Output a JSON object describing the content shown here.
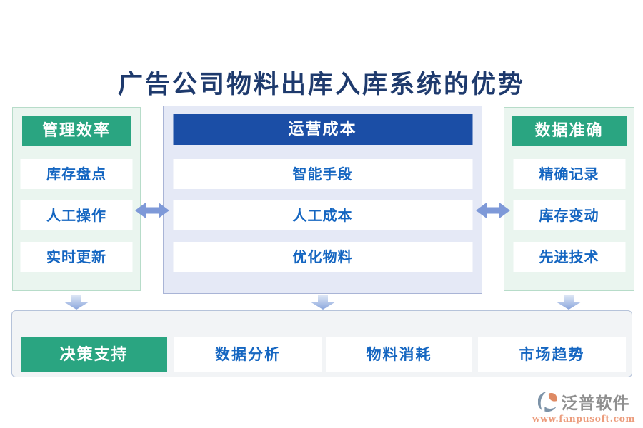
{
  "title": "广告公司物料出库入库系统的优势",
  "columns": [
    {
      "header": "管理效率",
      "items": [
        "库存盘点",
        "人工操作",
        "实时更新"
      ]
    },
    {
      "header": "运营成本",
      "items": [
        "智能手段",
        "人工成本",
        "优化物料"
      ]
    },
    {
      "header": "数据准确",
      "items": [
        "精确记录",
        "库存变动",
        "先进技术"
      ]
    }
  ],
  "bottom_row": {
    "highlight": "决策支持",
    "items": [
      "数据分析",
      "物料消耗",
      "市场趋势"
    ]
  },
  "logo": {
    "brand": "泛普软件",
    "website": "www.fanpusoft.com"
  },
  "icons": {
    "between_columns": "horizontal-double-arrow",
    "to_bottom": "down-arrow",
    "brand": "fanpu-swirl-logo"
  },
  "colors": {
    "title_text": "#1e3a6d",
    "green_accent": "#2aa581",
    "green_panel_bg": "#eaf5ef",
    "green_panel_border": "#b7dcc9",
    "blue_accent": "#1b4ea6",
    "blue_panel_bg": "#e5e9f6",
    "blue_panel_border": "#a9b4d6",
    "card_text_blue": "#1566c1",
    "arrow_blue": "#7e99d8",
    "bottom_bar_bg": "#f2f4f6",
    "bottom_bar_border": "#b6c3da",
    "logo_text_gray": "#8f8f8f",
    "logo_url_salmon": "#ec9c7c"
  }
}
